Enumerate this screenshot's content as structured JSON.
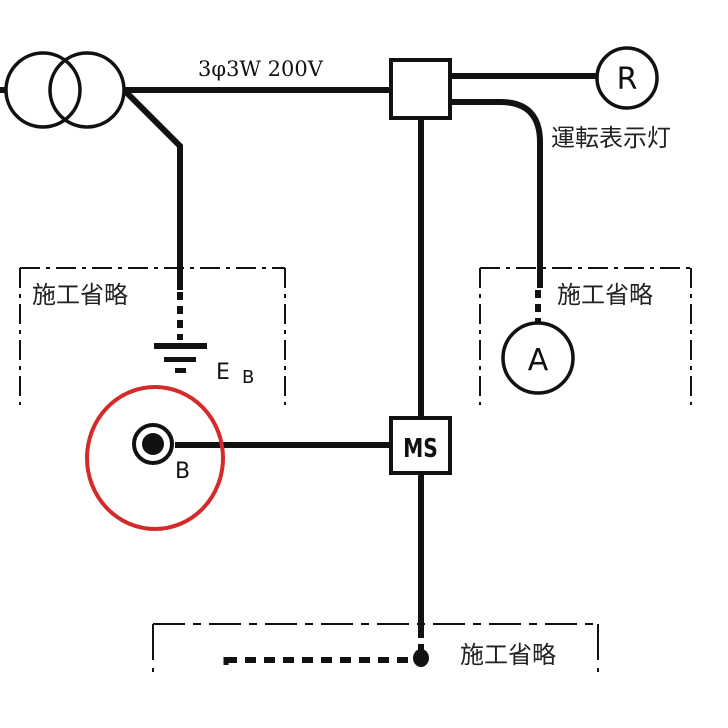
{
  "diagram": {
    "supply_label": "3φ3W 200V",
    "indicator_lamp": {
      "symbol": "R",
      "label": "運転表示灯"
    },
    "ammeter": {
      "symbol": "A"
    },
    "magnetic_switch": {
      "symbol": "MS"
    },
    "ground": {
      "label_main": "E",
      "label_sub": "B"
    },
    "outlet": {
      "label": "B",
      "highlight_color": "#d42a2a"
    },
    "omitted_areas": [
      {
        "label": "施工省略"
      },
      {
        "label": "施工省略"
      },
      {
        "label": "施工省略"
      }
    ]
  }
}
